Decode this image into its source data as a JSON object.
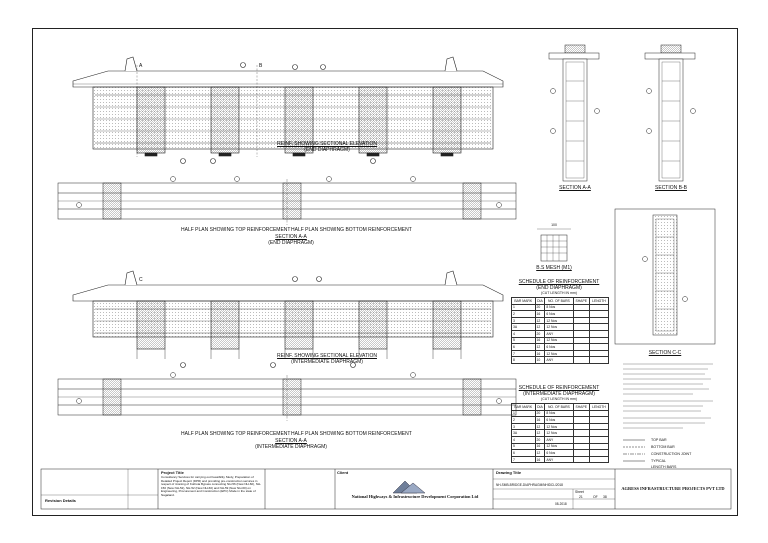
{
  "views": {
    "elev1_title": "REINF. SHOWING SECTIONAL ELEVATION",
    "elev1_sub": "(END DIAPHRAGM)",
    "plan1_left": "HALF PLAN SHOWING TOP REINFORCEMENT",
    "plan1_right": "HALF PLAN SHOWING BOTTOM REINFORCEMENT",
    "sec_aa_title": "SECTION A-A",
    "sec_aa_sub": "(END DIAPHRAGM)",
    "elev2_title": "REINF. SHOWING SECTIONAL ELEVATION",
    "elev2_sub": "(INTERMEDIATE DIAPHRAGM)",
    "plan2_left": "HALF PLAN SHOWING TOP REINFORCEMENT",
    "plan2_right": "HALF PLAN SHOWING BOTTOM REINFORCEMENT",
    "sec_aa2_title": "SECTION A-A",
    "sec_aa2_sub": "(INTERMEDIATE DIAPHRAGM)",
    "section_aa_right": "SECTION A-A",
    "section_bb_right": "SECTION B-B",
    "section_cc_right": "SECTION C-C",
    "bs_mesh": "B.S MESH (M1)",
    "mesh_dim_top": "100",
    "mark_a": "A",
    "mark_b": "B",
    "mark_c": "C"
  },
  "schedule1": {
    "title": "SCHEDULE OF REINFORCEMENT",
    "subtitle": "(END DIAPHRAGM)",
    "note": "(CUT LENGTH IN mm)",
    "headers": [
      "BAR MARK",
      "DIA",
      "NO. OF BARS",
      "SHAPE",
      "LENGTH"
    ],
    "rows": [
      [
        "1",
        "20",
        "8 Nos",
        "",
        ""
      ],
      [
        "2",
        "16",
        "6 Nos",
        "",
        ""
      ],
      [
        "3",
        "12",
        "12 Nos",
        "",
        ""
      ],
      [
        "3A",
        "12",
        "12 Nos",
        "",
        ""
      ],
      [
        "4",
        "20",
        "ANY",
        "",
        ""
      ],
      [
        "5",
        "16",
        "12 Nos",
        "",
        ""
      ],
      [
        "6",
        "12",
        "6 Nos",
        "",
        ""
      ],
      [
        "7",
        "16",
        "12 Nos",
        "",
        ""
      ],
      [
        "8",
        "10",
        "ANY",
        "",
        ""
      ]
    ]
  },
  "schedule2": {
    "title": "SCHEDULE OF REINFORCEMENT",
    "subtitle": "(INTERMEDIATE DIAPHRAGM)",
    "note": "(CUT LENGTH IN mm)",
    "headers": [
      "BAR MARK",
      "DIA",
      "NO. OF BARS",
      "SHAPE",
      "LENGTH"
    ],
    "rows": [
      [
        "1",
        "20",
        "8 Nos",
        "",
        ""
      ],
      [
        "2",
        "16",
        "6 Nos",
        "",
        ""
      ],
      [
        "3",
        "12",
        "12 Nos",
        "",
        ""
      ],
      [
        "3A",
        "12",
        "12 Nos",
        "",
        ""
      ],
      [
        "4",
        "20",
        "ANY",
        "",
        ""
      ],
      [
        "5",
        "16",
        "12 Nos",
        "",
        ""
      ],
      [
        "6",
        "12",
        "6 Nos",
        "",
        ""
      ],
      [
        "7",
        "16",
        "ANY",
        "",
        ""
      ]
    ]
  },
  "legend": [
    {
      "label": "TOP BAR"
    },
    {
      "label": "BOTTOM BAR"
    },
    {
      "label": "CONSTRUCTION JOINT"
    },
    {
      "label": "TYPICAL"
    },
    {
      "label": "LENGTH BARS"
    }
  ],
  "title_block": {
    "revision_label": "Revision Details",
    "project_title_label": "Project Title",
    "project_title_text": "Consultancy Services for carrying out Feasibility Study, Preparation of Detailed Project Report (DPR) and providing pre-construction services in respect of 4-laning of Kothota Bypass connecting NH-56 (New NH-60), NH-150 (New NH-52), NH-52 (New NH-60) and NH-59 (New NH-60) on Engineering, Procurement and Construction (EPC) Mode in the state of Nagaland.",
    "client_label": "Client",
    "client_name": "National Highways & Infrastructure Development Corporation Ltd",
    "drawing_title_label": "Drawing Title",
    "drawing_no": "NH-SMB-BRIDGE-DIAPHRAGM/NHIDCL/2018",
    "consultant": "AGRESS INFRASTRUCTURE PROJECTS PVT LTD",
    "date": "08-2018",
    "sheet_label": "Sheet",
    "sheet_no": "21",
    "of_label": "OF",
    "sheet_total": "38"
  },
  "colors": {
    "line": "#222222",
    "hatch": "#8c8c8c",
    "paper": "#ffffff"
  }
}
